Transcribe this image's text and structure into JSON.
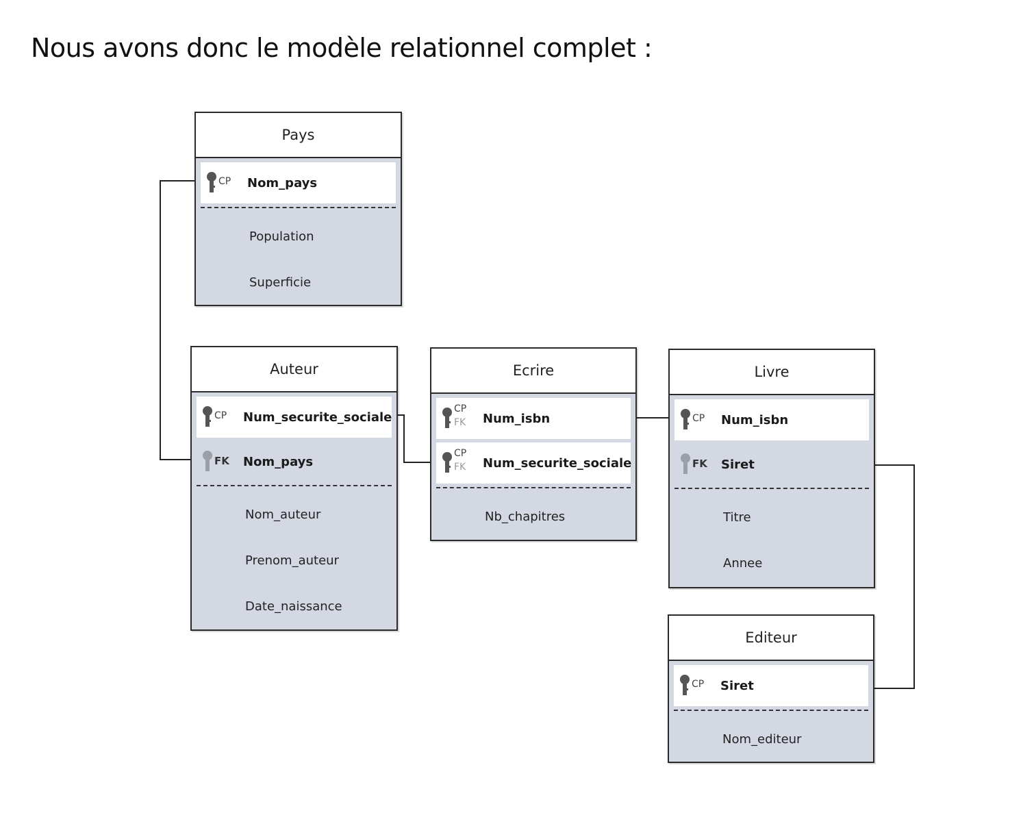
{
  "heading": "Nous avons donc le modèle relationnel complet :",
  "entities": {
    "pays": {
      "title": "Pays",
      "keys": [
        {
          "tag1": "CP",
          "tag2": "",
          "label": "Nom_pays"
        }
      ],
      "attributes": [
        "Population",
        "Superficie"
      ]
    },
    "auteur": {
      "title": "Auteur",
      "keys": [
        {
          "tag1": "CP",
          "tag2": "",
          "label": "Num_securite_sociale"
        },
        {
          "tag1": "FK",
          "tag2": "",
          "label": "Nom_pays"
        }
      ],
      "attributes": [
        "Nom_auteur",
        "Prenom_auteur",
        "Date_naissance"
      ]
    },
    "ecrire": {
      "title": "Ecrire",
      "keys": [
        {
          "tag1": "CP",
          "tag2": "FK",
          "label": "Num_isbn"
        },
        {
          "tag1": "CP",
          "tag2": "FK",
          "label": "Num_securite_sociale"
        }
      ],
      "attributes": [
        "Nb_chapitres"
      ]
    },
    "livre": {
      "title": "Livre",
      "keys": [
        {
          "tag1": "CP",
          "tag2": "",
          "label": "Num_isbn"
        },
        {
          "tag1": "FK",
          "tag2": "",
          "label": "Siret"
        }
      ],
      "attributes": [
        "Titre",
        "Annee"
      ]
    },
    "editeur": {
      "title": "Editeur",
      "keys": [
        {
          "tag1": "CP",
          "tag2": "",
          "label": "Siret"
        }
      ],
      "attributes": [
        "Nom_editeur"
      ]
    }
  }
}
